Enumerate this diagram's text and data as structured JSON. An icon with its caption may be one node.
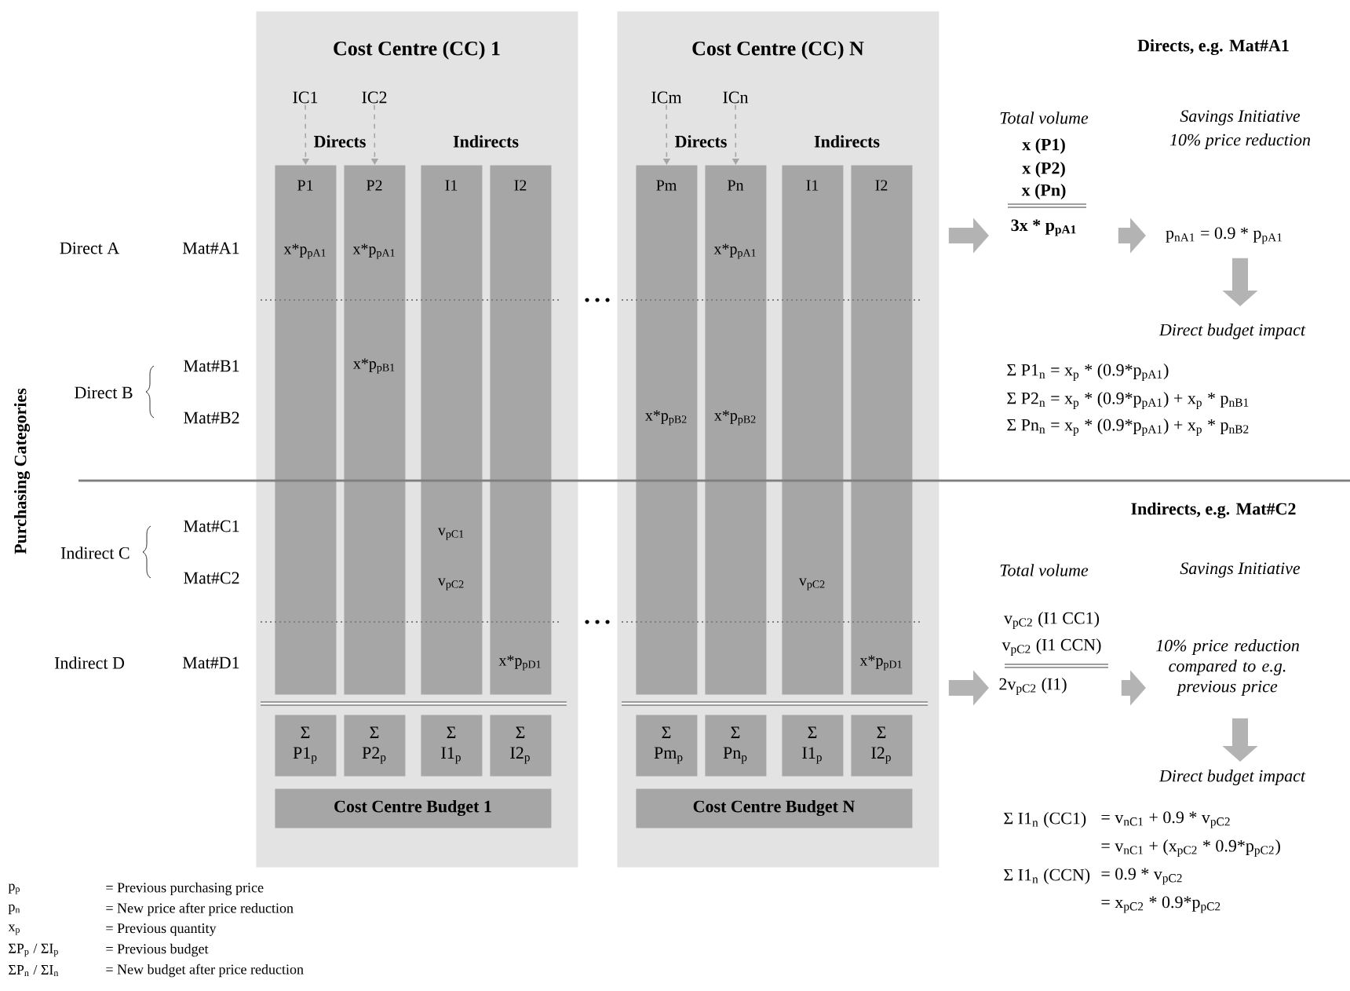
{
  "diagram": {
    "nodes": [
      {
        "text": [
          "Cost Centre (CC) 1"
        ]
      },
      {
        "text": [
          "Cost Centre (CC) N"
        ]
      },
      {
        "text": [
          "IC1"
        ],
        "in": 0
      },
      {
        "text": [
          "IC2"
        ],
        "in": 0
      },
      {
        "text": [
          "P1",
          "x*p$_{pA1}$"
        ],
        "in": 0
      },
      {
        "text": [
          "P2",
          "x*p$_{pA1}$",
          "x*p$_{pB1}$"
        ],
        "in": 0
      },
      {
        "text": [
          "I1",
          "v$_{pC1}$",
          "v$_{pC2}$"
        ],
        "in": 0
      },
      {
        "text": [
          "I2",
          "x*p$_{pD1}$"
        ],
        "in": 0
      },
      {
        "text": [
          "Σ P1$_{p}$"
        ],
        "in": 0
      },
      {
        "text": [
          "Σ P2$_{p}$"
        ],
        "in": 0
      },
      {
        "text": [
          "Σ I1$_{p}$"
        ],
        "in": 0
      },
      {
        "text": [
          "Σ I2$_{p}$"
        ],
        "in": 0
      },
      {
        "text": [
          "Cost Centre Budget 1"
        ],
        "in": 0
      },
      {
        "text": [
          "ICm"
        ],
        "in": 1
      },
      {
        "text": [
          "ICn"
        ],
        "in": 1
      },
      {
        "text": [
          "Pm",
          "x*p$_{pB2}$"
        ],
        "in": 1
      },
      {
        "text": [
          "Pn",
          "x*p$_{pA1}$",
          "x*p$_{pB2}$"
        ],
        "in": 1
      },
      {
        "text": [
          "I1",
          "v$_{pC2}$"
        ],
        "in": 1
      },
      {
        "text": [
          "I2",
          "x*p$_{pD1}$"
        ],
        "in": 1
      },
      {
        "text": [
          "Σ Pm$_{p}$"
        ],
        "in": 1
      },
      {
        "text": [
          "Σ Pn$_{p}$"
        ],
        "in": 1
      },
      {
        "text": [
          "Σ I1$_{p}$"
        ],
        "in": 1
      },
      {
        "text": [
          "Σ I2$_{p}$"
        ],
        "in": 1
      },
      {
        "text": [
          "Cost Centre Budget N"
        ],
        "in": 1
      },
      {
        "text": [
          "Total volume",
          "x (P1)",
          "x (P2)",
          "x (Pn)",
          "3x * p$_{pA1}$"
        ]
      },
      {
        "text": [
          "Savings Initiative",
          "10% price reduction",
          "p$_{nA1}$ = 0.9 * p$_{pA1}$"
        ]
      },
      {
        "text": [
          "Direct budget impact",
          "Σ P1$_{n}$ = x$_{p}$ * (0.9*p$_{pA1}$)",
          "Σ P2$_{n}$ = x$_{p}$ * (0.9*p$_{pA1}$) + x$_{p}$ * p$_{nB1}$",
          "Σ Pn$_{n}$ = x$_{p}$ * (0.9*p$_{pA1}$) + x$_{p}$ * p$_{nB2}$"
        ]
      },
      {
        "text": [
          "Total volume",
          "v$_{pC2}$ (I1 CC1)",
          "v$_{pC2}$ (I1 CCN)",
          "2v$_{pC2}$ (I1)"
        ]
      },
      {
        "text": [
          "Savings Initiative",
          "10% price reduction compared to e.g. previous price"
        ]
      },
      {
        "text": [
          "Direct budget impact",
          "Σ I1$_{n}$ (CC1)",
          "= v$_{nC1}$ + 0.9 * v$_{pC2}$",
          "= v$_{nC1}$ + (x$_{pC2}$ * 0.9*p$_{pC2}$)",
          "Σ I1$_{n}$ (CCN)",
          "= 0.9 * v$_{pC2}$",
          "= x$_{pC2}$ * 0.9*p$_{pC2}$"
        ]
      }
    ],
    "edges": [
      {
        "from": 2,
        "to": 4,
        "arrow": "to",
        "style": "dashed",
        "color": "#a6a6a6"
      },
      {
        "from": 3,
        "to": 5,
        "arrow": "to",
        "style": "dashed",
        "color": "#a6a6a6"
      },
      {
        "from": 13,
        "to": 15,
        "arrow": "to",
        "style": "dashed",
        "color": "#a6a6a6"
      },
      {
        "from": 14,
        "to": 16,
        "arrow": "to",
        "style": "dashed",
        "color": "#a6a6a6"
      },
      {
        "from": 1,
        "to": 24,
        "arrow": "to"
      },
      {
        "from": 24,
        "to": 25,
        "arrow": "to"
      },
      {
        "from": 25,
        "to": 26,
        "arrow": "to"
      },
      {
        "from": 1,
        "to": 27,
        "arrow": "to"
      },
      {
        "from": 27,
        "to": 28,
        "arrow": "to"
      },
      {
        "from": 28,
        "to": 29,
        "arrow": "to"
      }
    ],
    "labels": [
      "Purchasing Categories",
      "Direct A",
      "Mat#A1",
      "Direct B",
      "Mat#B1",
      "Mat#B2",
      "Indirect C",
      "Mat#C1",
      "Mat#C2",
      "Indirect D",
      "Mat#D1",
      "Directs",
      "Indirects",
      "Directs",
      "Indirects",
      "Directs, e.g. Mat#A1",
      "Indirects, e.g. Mat#C2",
      "p$_{p}$",
      "= Previous purchasing price",
      "p$_{n}$",
      "= New price after price reduction",
      "x$_{p}$",
      "= Previous quantity",
      "ΣP$_{p}$ / ΣI$_{p}$",
      "= Previous budget",
      "ΣP$_{n}$ / ΣI$_{n}$",
      "= New budget after price reduction"
    ]
  }
}
